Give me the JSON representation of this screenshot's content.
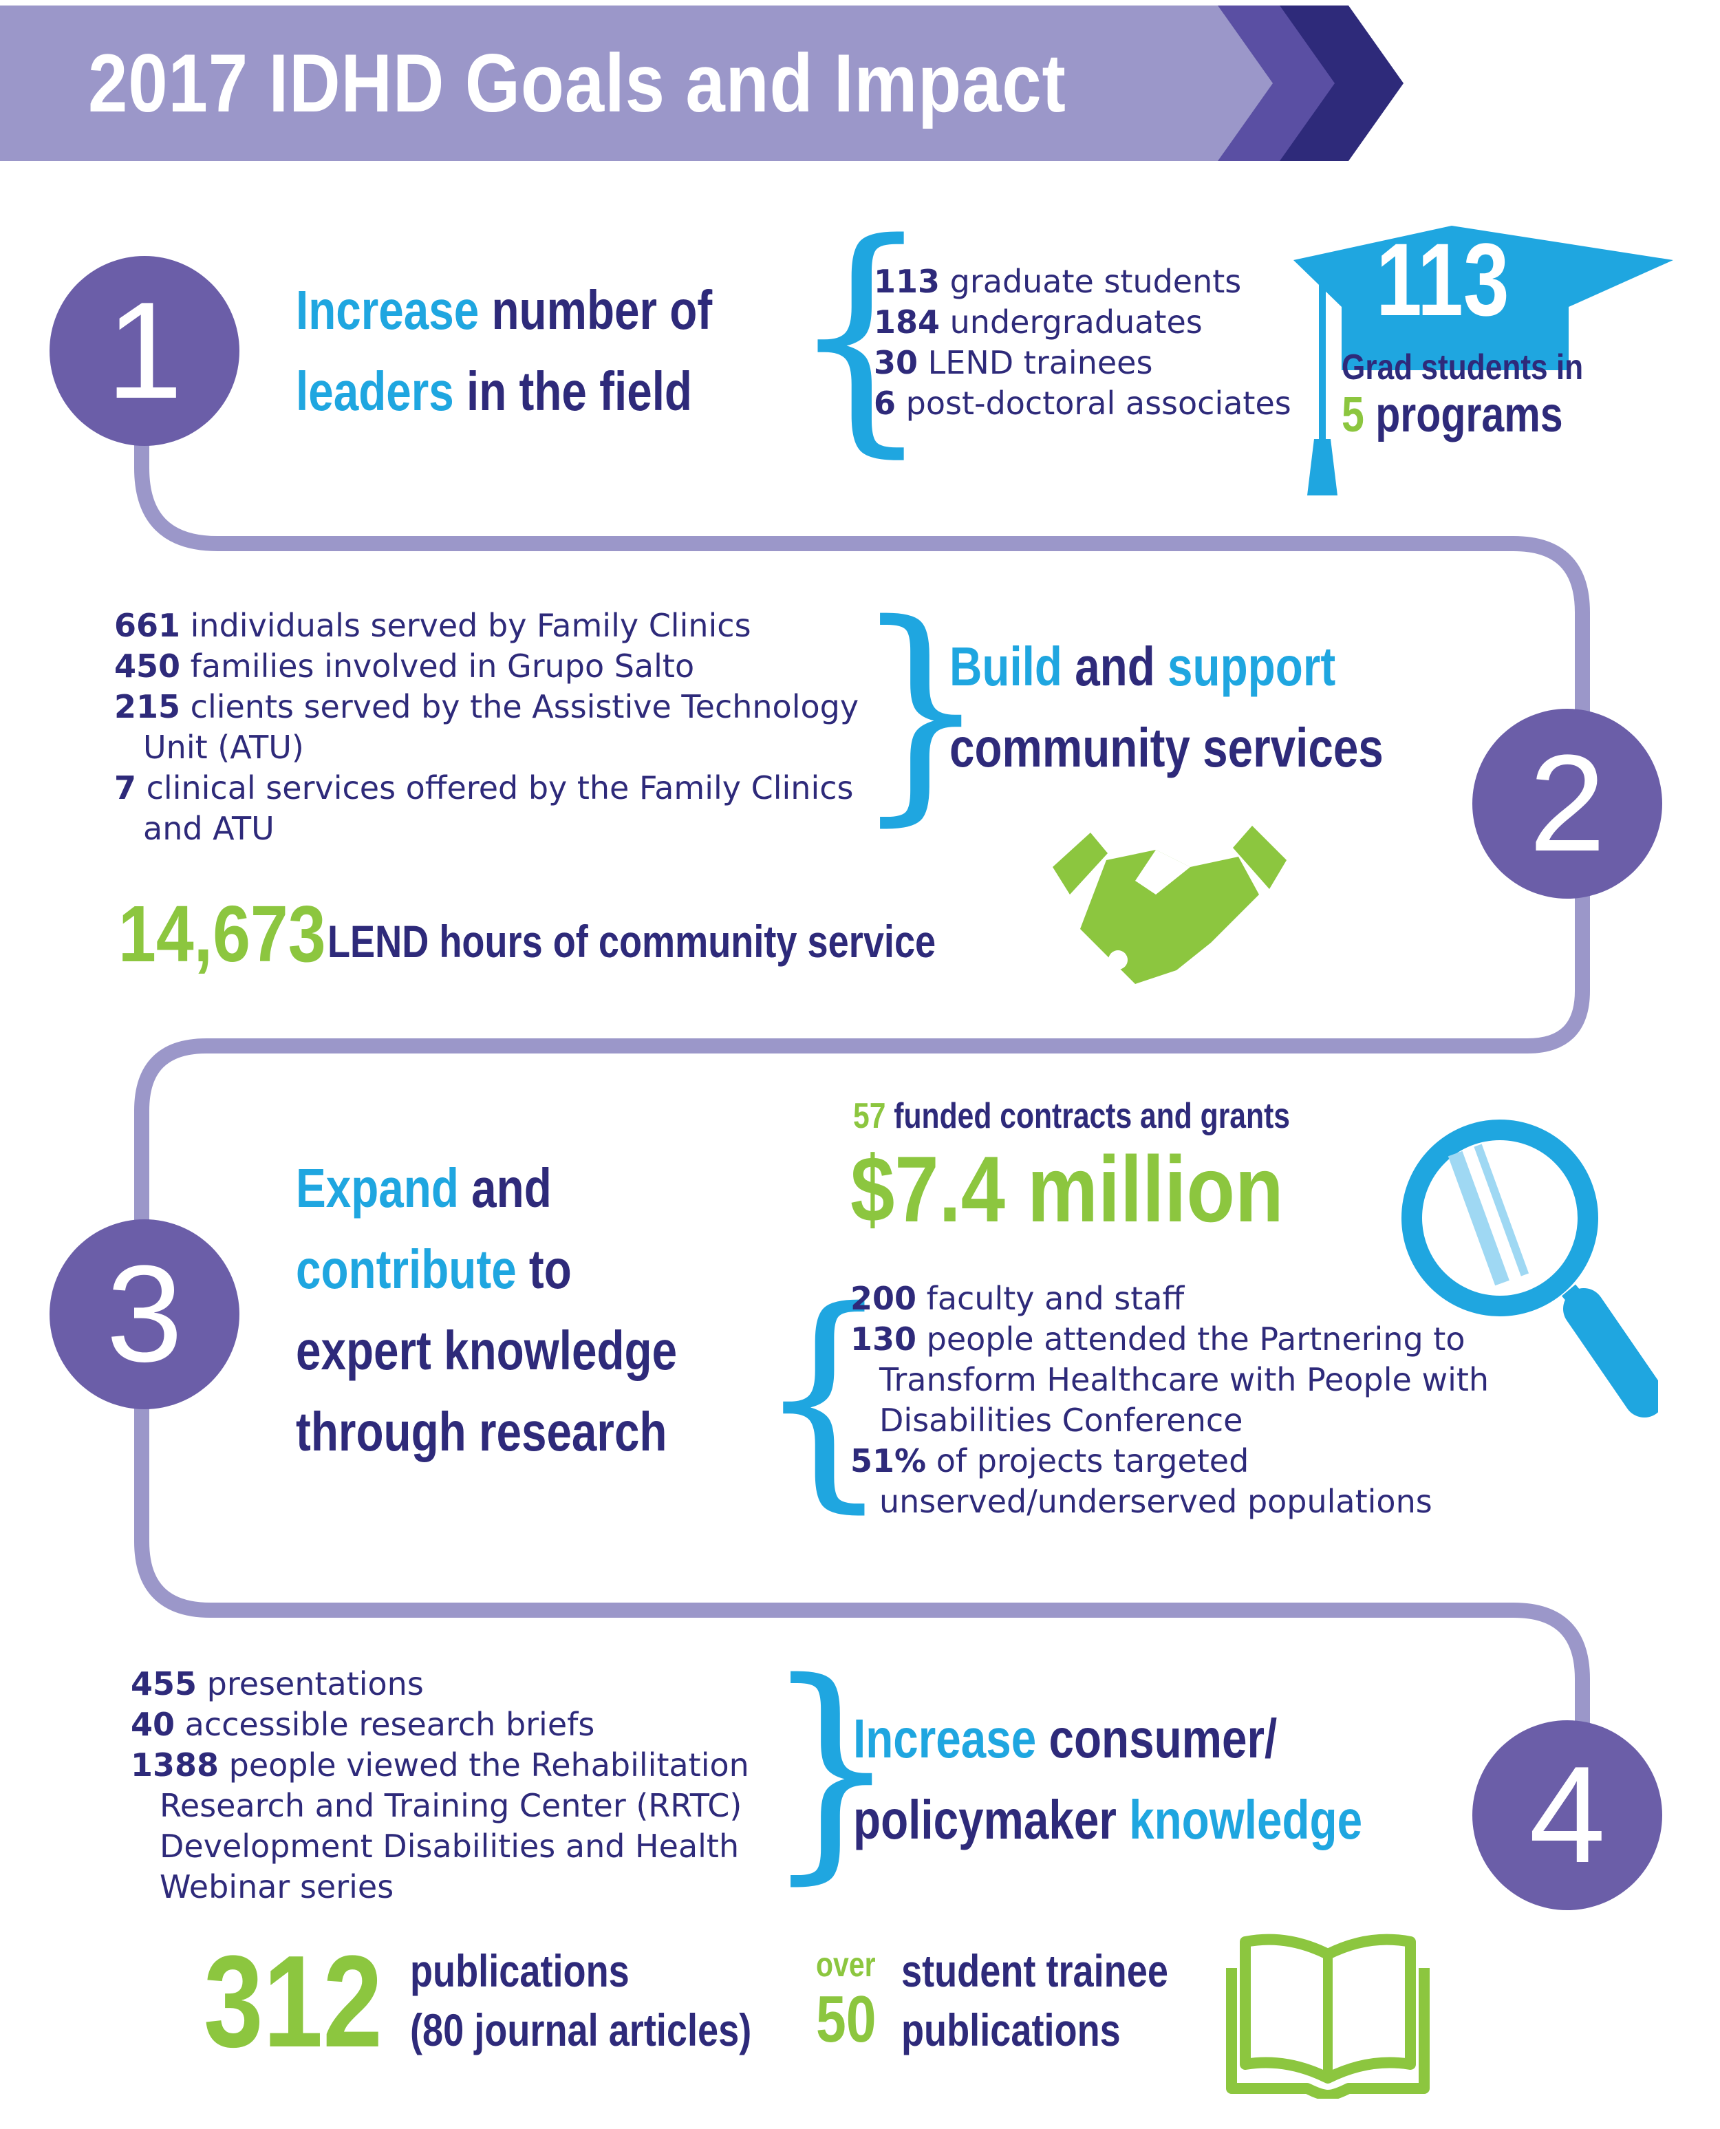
{
  "title": "2017 IDHD Goals and Impact",
  "colors": {
    "navy": "#2e2a7a",
    "light_blue": "#1fa6e0",
    "green": "#8cc63f",
    "purple": "#6b5ea8",
    "lavender": "#9b97c9"
  },
  "goal1": {
    "number": "1",
    "line1_a": "Increase",
    "line1_b": " number of",
    "line2_a": "leaders",
    "line2_b": " in the field",
    "stats": [
      {
        "value": "113",
        "text": " graduate students"
      },
      {
        "value": "184",
        "text": " undergraduates"
      },
      {
        "value": "30",
        "text": " LEND trainees"
      },
      {
        "value": "6",
        "text": " post-doctoral associates"
      }
    ],
    "cap_number": "113",
    "cap_line1": "Grad students in",
    "cap_line2_num": "5",
    "cap_line2_text": " programs",
    "icon": "graduation-cap-icon"
  },
  "goal2": {
    "number": "2",
    "line1_a": "Build",
    "line1_b": " and ",
    "line1_c": "support",
    "line2": "community services",
    "stats": [
      {
        "value": "661",
        "text": " individuals served by Family Clinics"
      },
      {
        "value": "450",
        "text": " families involved in Grupo Salto"
      },
      {
        "value": "215",
        "text": " clients served by the Assistive Technology"
      },
      {
        "value": "",
        "text": "Unit (ATU)",
        "indent": true
      },
      {
        "value": "7",
        "text": " clinical services offered by the Family Clinics"
      },
      {
        "value": "",
        "text": "and ATU",
        "indent": true
      }
    ],
    "big_value": "14,673",
    "big_text": "LEND hours of community service",
    "icon": "handshake-icon"
  },
  "goal3": {
    "number": "3",
    "line1_a": "Expand",
    "line1_b": " and",
    "line2_a": "contribute",
    "line2_b": " to",
    "line3": "expert knowledge",
    "line4": "through research",
    "funded_value": "57",
    "funded_text": " funded contracts and grants",
    "money": "$7.4 million",
    "stats": [
      {
        "value": "200",
        "text": " faculty and staff"
      },
      {
        "value": "130",
        "text": " people attended the Partnering to"
      },
      {
        "value": "",
        "text": "Transform Healthcare with People with",
        "indent": true
      },
      {
        "value": "",
        "text": "Disabilities Conference",
        "indent": true
      },
      {
        "value": "51%",
        "text": " of projects targeted"
      },
      {
        "value": "",
        "text": "unserved/underserved populations",
        "indent": true
      }
    ],
    "icon": "magnifying-glass-icon"
  },
  "goal4": {
    "number": "4",
    "line1_a": "Increase",
    "line1_b": " consumer/",
    "line2_a": "policymaker",
    "line2_b": " knowledge",
    "stats": [
      {
        "value": "455",
        "text": " presentations"
      },
      {
        "value": "40",
        "text": " accessible research briefs"
      },
      {
        "value": "1388",
        "text": " people viewed the Rehabilitation"
      },
      {
        "value": "",
        "text": "Research and Training Center (RRTC)",
        "indent": true
      },
      {
        "value": "",
        "text": "Development Disabilities and Health",
        "indent": true
      },
      {
        "value": "",
        "text": "Webinar series",
        "indent": true
      }
    ],
    "pub_value": "312",
    "pub_line1": "publications",
    "pub_line2": "(80 journal articles)",
    "over_label": "over",
    "over_value": "50",
    "trainee_line1": "student trainee",
    "trainee_line2": "publications",
    "icon": "open-book-icon"
  }
}
